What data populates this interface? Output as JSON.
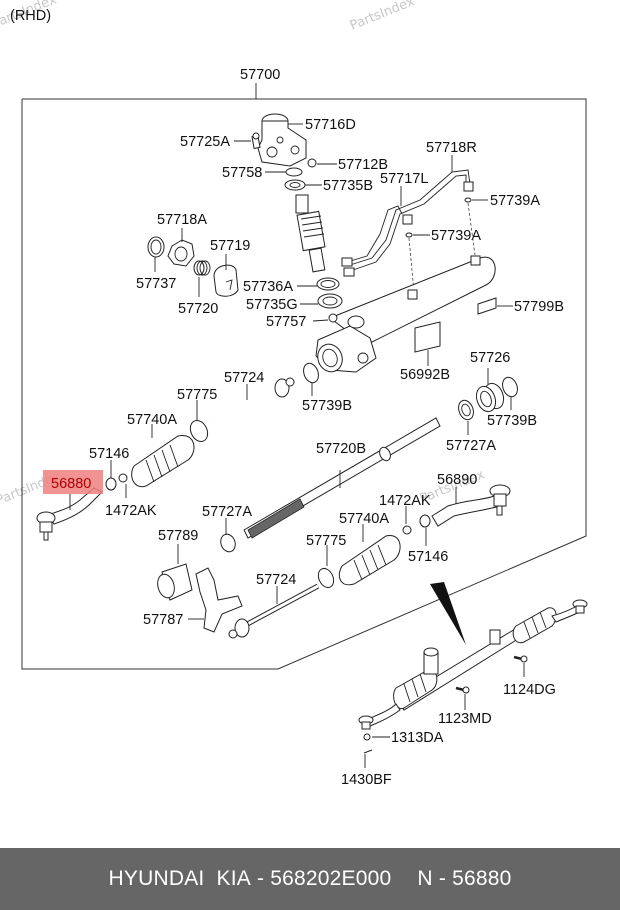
{
  "header": {
    "variant_label": "(RHD)"
  },
  "watermark": {
    "text": "PartsIndex"
  },
  "assembly": {
    "part_number": "57700"
  },
  "highlight": {
    "part_number": "56880",
    "color": "#f08080"
  },
  "callouts": {
    "p57716D": "57716D",
    "p57725A": "57725A",
    "p57712B": "57712B",
    "p57758": "57758",
    "p57735B": "57735B",
    "p57718R": "57718R",
    "p57717L": "57717L",
    "p57739A_1": "57739A",
    "p57739A_2": "57739A",
    "p57718A": "57718A",
    "p57719": "57719",
    "p57737": "57737",
    "p57736A": "57736A",
    "p57720": "57720",
    "p57735G": "57735G",
    "p57757": "57757",
    "p57799B": "57799B",
    "p56992B": "56992B",
    "p57775_1": "57775",
    "p57724_1": "57724",
    "p57726": "57726",
    "p57740A_1": "57740A",
    "p57739B_1": "57739B",
    "p57739B_2": "57739B",
    "p57146_1": "57146",
    "p57720B": "57720B",
    "p57727A_1": "57727A",
    "p56880": "56880",
    "p1472AK_1": "1472AK",
    "p56890": "56890",
    "p1472AK_2": "1472AK",
    "p57727A_2": "57727A",
    "p57740A_2": "57740A",
    "p57789": "57789",
    "p57775_2": "57775",
    "p57146_2": "57146",
    "p57724_2": "57724",
    "p57787": "57787",
    "p1124DG": "1124DG",
    "p1123MD": "1123MD",
    "p1313DA": "1313DA",
    "p1430BF": "1430BF"
  },
  "footer": {
    "brand": "HYUNDAI  KIA",
    "oem_number": "568202E000",
    "position_prefix": "N",
    "position_number": "56880",
    "dash": "-"
  }
}
